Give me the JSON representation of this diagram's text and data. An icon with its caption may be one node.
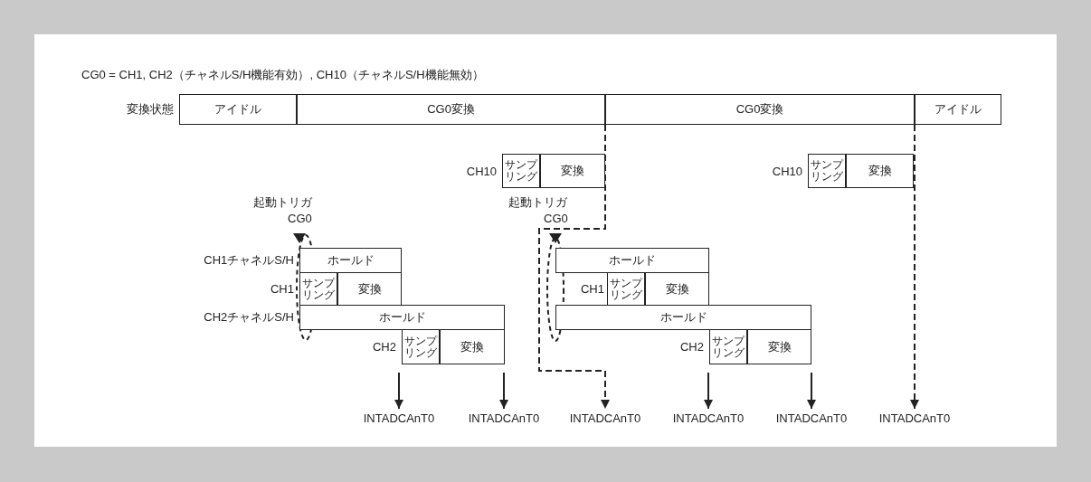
{
  "diagram": {
    "title": "CG0 = CH1, CH2（チャネルS/H機能有効）, CH10（チャネルS/H機能無効）",
    "nodes": [
      {
        "text": [
          "アイドル"
        ],
        "beside": [
          "変換状態"
        ]
      },
      {
        "text": [
          "CG0変換"
        ]
      },
      {
        "text": [
          "CG0変換"
        ]
      },
      {
        "text": [
          "アイドル"
        ]
      },
      {
        "text": [
          "サンプリング"
        ],
        "beside": [
          "CH10"
        ]
      },
      {
        "text": [
          "変換"
        ]
      },
      {
        "text": [
          "サンプリング"
        ],
        "beside": [
          "CH10"
        ]
      },
      {
        "text": [
          "変換"
        ]
      },
      {
        "text": [
          "ホールド"
        ],
        "beside": [
          "CH1チャネルS/H"
        ]
      },
      {
        "text": [
          "ホールド"
        ]
      },
      {
        "text": [
          "サンプリング"
        ],
        "beside": [
          "CH1"
        ]
      },
      {
        "text": [
          "変換"
        ]
      },
      {
        "text": [
          "サンプリング"
        ],
        "beside": [
          "CH1"
        ]
      },
      {
        "text": [
          "変換"
        ]
      },
      {
        "text": [
          "ホールド"
        ],
        "beside": [
          "CH2チャネルS/H"
        ]
      },
      {
        "text": [
          "ホールド"
        ]
      },
      {
        "text": [
          "サンプリング"
        ],
        "beside": [
          "CH2"
        ]
      },
      {
        "text": [
          "変換"
        ]
      },
      {
        "text": [
          "サンプリング"
        ],
        "beside": [
          "CH2"
        ]
      },
      {
        "text": [
          "変換"
        ]
      },
      {
        "text": [
          "INTADCAnT0"
        ]
      },
      {
        "text": [
          "INTADCAnT0"
        ]
      },
      {
        "text": [
          "INTADCAnT0"
        ]
      },
      {
        "text": [
          "INTADCAnT0"
        ]
      },
      {
        "text": [
          "INTADCAnT0"
        ]
      },
      {
        "text": [
          "INTADCAnT0"
        ]
      }
    ],
    "edges": [
      {
        "from": 16,
        "to": 20,
        "arrow": "to"
      },
      {
        "from": 17,
        "to": 21,
        "arrow": "to"
      },
      {
        "from": 1,
        "to": 22,
        "arrow": "to",
        "style": "dashed"
      },
      {
        "from": 18,
        "to": 23,
        "arrow": "to"
      },
      {
        "from": 19,
        "to": 24,
        "arrow": "to"
      },
      {
        "from": 3,
        "to": 25,
        "arrow": "to",
        "style": "dashed"
      }
    ],
    "labels": [
      "起動トリガ",
      "CG0",
      "起動トリガ",
      "CG0"
    ]
  }
}
